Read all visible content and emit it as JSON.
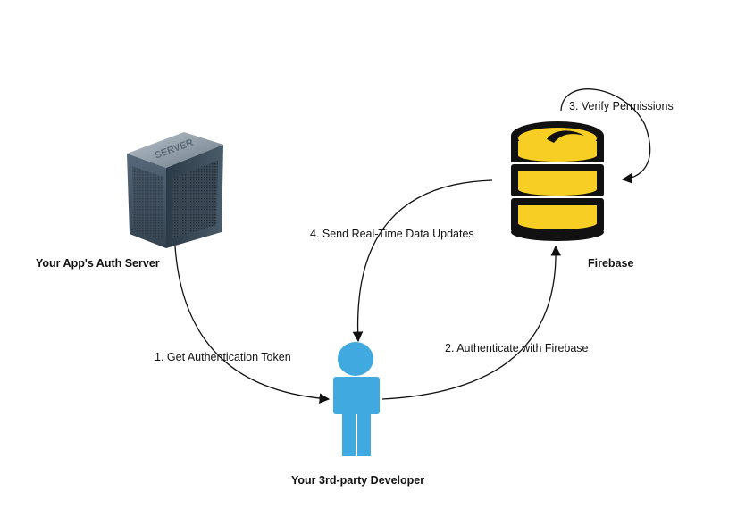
{
  "nodes": {
    "auth_server": {
      "label": "Your App's Auth Server",
      "icon": "server-icon",
      "icon_text": "SERVER"
    },
    "firebase": {
      "label": "Firebase",
      "icon": "database-icon"
    },
    "developer": {
      "label": "Your 3rd-party Developer",
      "icon": "person-icon"
    }
  },
  "edges": [
    {
      "label": "1. Get Authentication Token",
      "from": "auth_server",
      "to": "developer"
    },
    {
      "label": "2. Authenticate with Firebase",
      "from": "developer",
      "to": "firebase"
    },
    {
      "label": "3. Verify Permissions",
      "from": "firebase",
      "to": "firebase"
    },
    {
      "label": "4. Send Real-Time Data Updates",
      "from": "firebase",
      "to": "developer"
    }
  ],
  "colors": {
    "person": "#3fa9e0",
    "database_fill": "#f7cf24",
    "database_dark": "#111111",
    "server_body": "#3a4a58",
    "server_face": "#8e9aa6",
    "line": "#111111"
  }
}
